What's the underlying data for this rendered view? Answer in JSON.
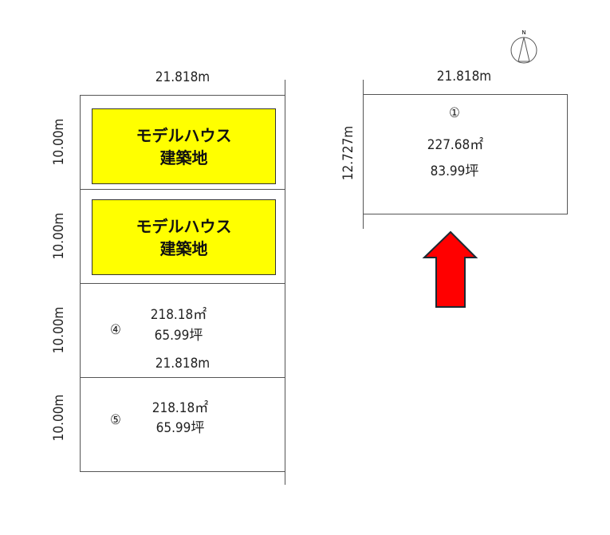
{
  "left_plan": {
    "top_width": "21.818m",
    "mid_width": "21.818m",
    "lots": [
      {
        "depth": "10.00m",
        "label_line1": "モデルハウス",
        "label_line2": "建築地"
      },
      {
        "depth": "10.00m",
        "label_line1": "モデルハウス",
        "label_line2": "建築地"
      },
      {
        "depth": "10.00m",
        "number": "④",
        "area_m2": "218.18㎡",
        "area_tsubo": "65.99坪"
      },
      {
        "depth": "10.00m",
        "number": "⑤",
        "area_m2": "218.18㎡",
        "area_tsubo": "65.99坪"
      }
    ]
  },
  "right_plan": {
    "width": "21.818m",
    "depth": "12.727m",
    "number": "①",
    "area_m2": "227.68㎡",
    "area_tsubo": "83.99坪"
  },
  "compass": {
    "label": "N"
  },
  "colors": {
    "highlight": "#ffff00",
    "arrow": "#ff0000"
  }
}
